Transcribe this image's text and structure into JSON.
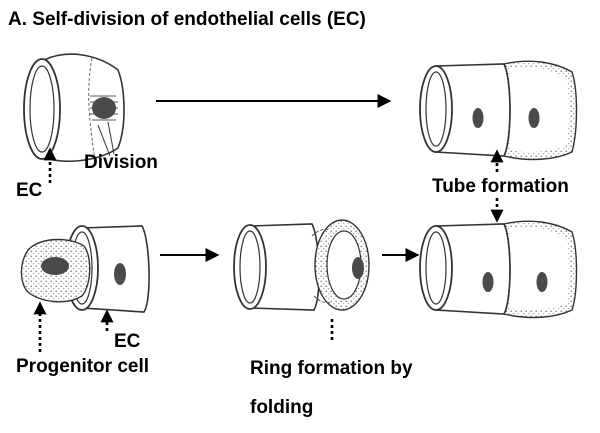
{
  "panel": {
    "title": "A.    Self-division of endothelial cells (EC)"
  },
  "labels": {
    "division": "Division",
    "ec_top": "EC",
    "tube_formation": "Tube formation",
    "ec_bottom": "EC",
    "progenitor_cell": "Progenitor cell",
    "ring_formation_line1": "Ring formation by",
    "ring_formation_line2": "folding"
  },
  "colors": {
    "stroke": "#333333",
    "nucleus": "#4a4a4a",
    "arrow": "#000000",
    "background": "#ffffff"
  }
}
